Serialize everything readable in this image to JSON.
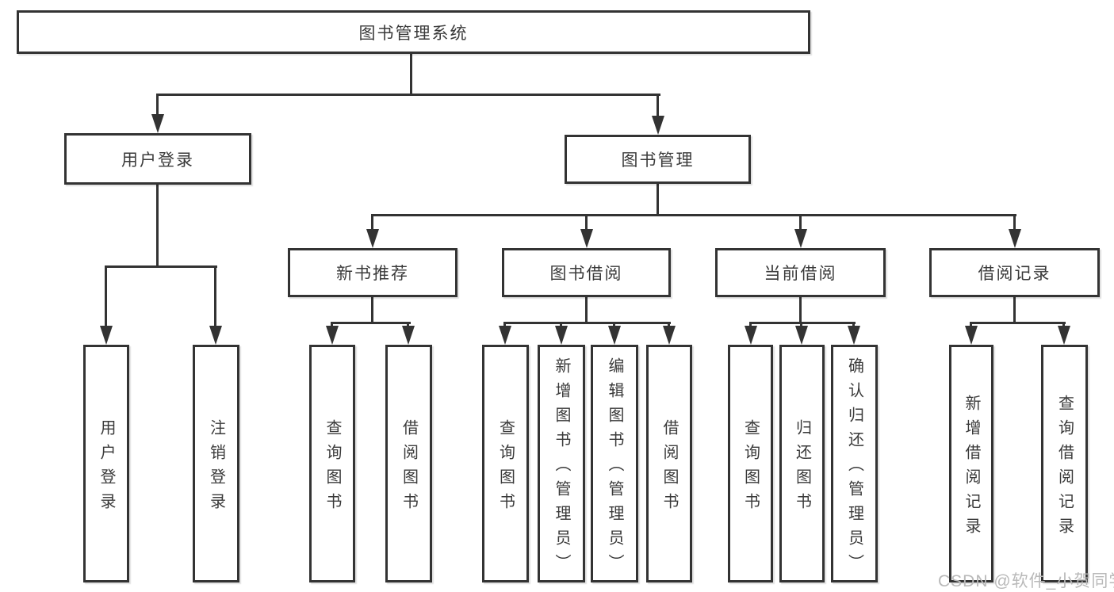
{
  "diagram": {
    "type": "tree",
    "root": {
      "label": "图书管理系统",
      "children": [
        {
          "label": "用户登录",
          "children": [
            {
              "label": "用户登录"
            },
            {
              "label": "注销登录"
            }
          ]
        },
        {
          "label": "图书管理",
          "children": [
            {
              "label": "新书推荐",
              "children": [
                {
                  "label": "查询图书"
                },
                {
                  "label": "借阅图书"
                }
              ]
            },
            {
              "label": "图书借阅",
              "children": [
                {
                  "label": "查询图书"
                },
                {
                  "label": "新增图书（管理员）"
                },
                {
                  "label": "编辑图书（管理员）"
                },
                {
                  "label": "借阅图书"
                }
              ]
            },
            {
              "label": "当前借阅",
              "children": [
                {
                  "label": "查询图书"
                },
                {
                  "label": "归还图书"
                },
                {
                  "label": "确认归还（管理员）"
                }
              ]
            },
            {
              "label": "借阅记录",
              "children": [
                {
                  "label": "新增借阅记录"
                },
                {
                  "label": "查询借阅记录"
                }
              ]
            }
          ]
        }
      ]
    },
    "colors": {
      "border": "#333333",
      "line": "#333333",
      "text": "#3a3a3a",
      "background": "#ffffff",
      "watermark": "#b9b9b9"
    }
  },
  "watermark": {
    "text": "CSDN @软件_小贺同学"
  }
}
